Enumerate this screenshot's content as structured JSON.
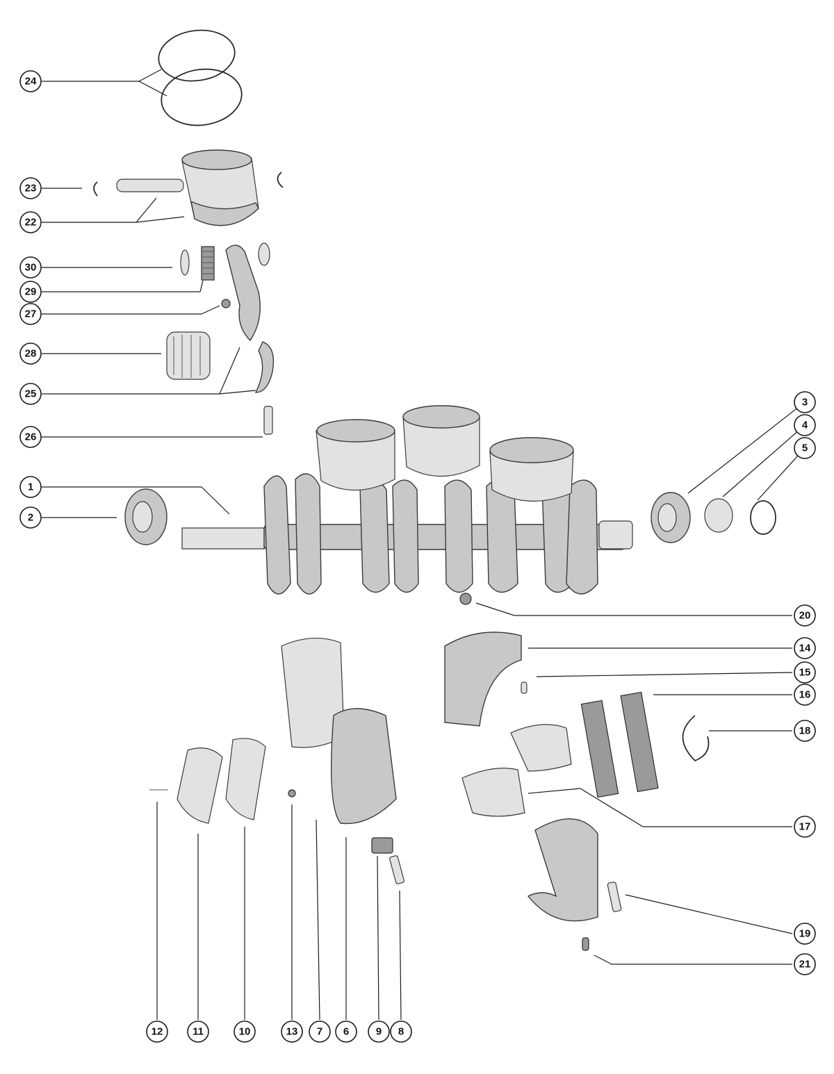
{
  "callouts": {
    "c1": "1",
    "c2": "2",
    "c3": "3",
    "c4": "4",
    "c5": "5",
    "c6": "6",
    "c7": "7",
    "c8": "8",
    "c9": "9",
    "c10": "10",
    "c11": "11",
    "c12": "12",
    "c13": "13",
    "c14": "14",
    "c15": "15",
    "c16": "16",
    "c17": "17",
    "c18": "18",
    "c19": "19",
    "c20": "20",
    "c21": "21",
    "c22": "22",
    "c23": "23",
    "c24": "24",
    "c25": "25",
    "c26": "26",
    "c27": "27",
    "c28": "28",
    "c29": "29",
    "c30": "30"
  },
  "colors": {
    "ink": "#1a1a1a",
    "part_fill": "#c8c8c8",
    "paper": "#ffffff"
  }
}
